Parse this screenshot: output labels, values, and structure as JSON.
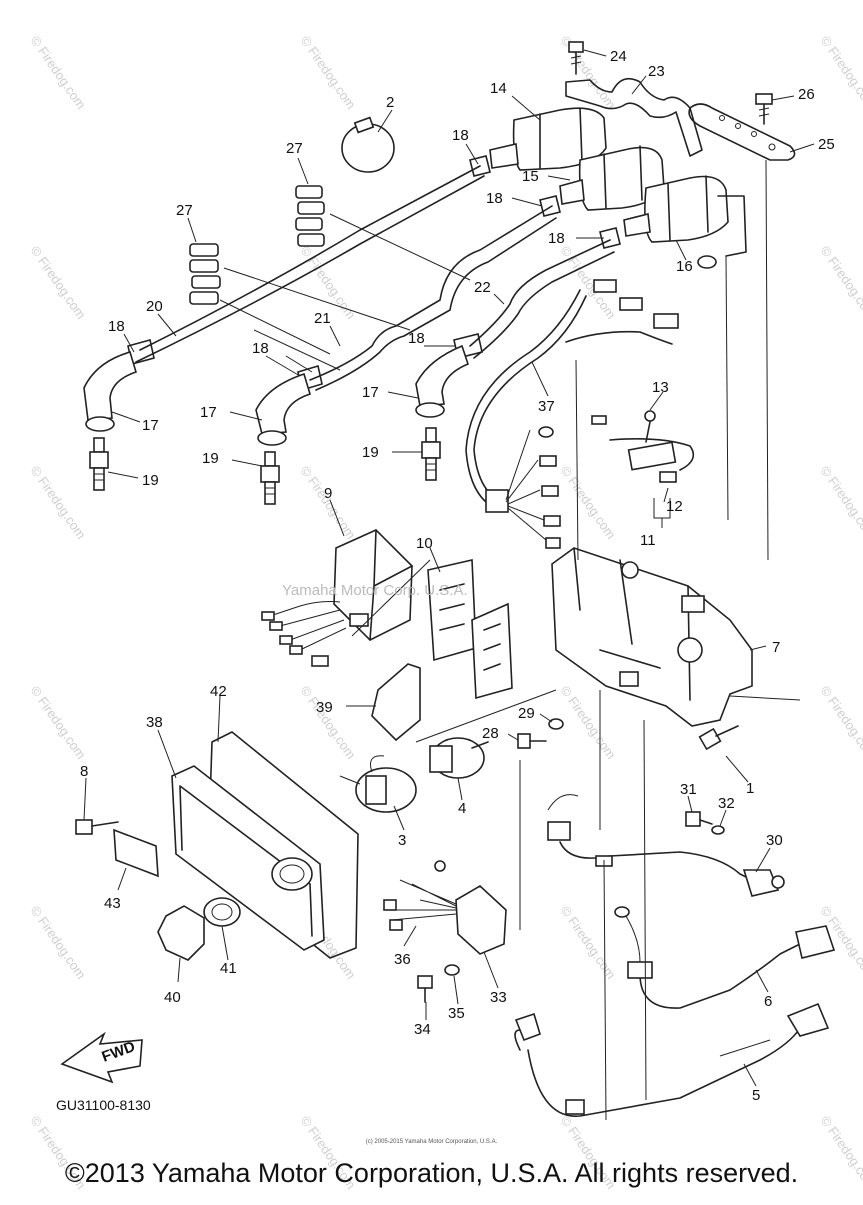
{
  "diagram": {
    "code": "GU31100-8130",
    "fwd_label": "FWD",
    "center_watermark": "Yamaha Motor Corp. U.S.A.",
    "fine_print": "(c) 2005-2015 Yamaha Motor Corporation, U.S.A.",
    "copyright": "©2013 Yamaha Motor Corporation, U.S.A. All rights reserved.",
    "watermark": "© Firedog.com",
    "callouts": [
      "24",
      "23",
      "2",
      "26",
      "14",
      "25",
      "27",
      "18",
      "15",
      "18",
      "27",
      "18",
      "16",
      "22",
      "20",
      "18",
      "21",
      "18",
      "13",
      "18",
      "18",
      "37",
      "17",
      "17",
      "17",
      "19",
      "19",
      "19",
      "12",
      "11",
      "9",
      "10",
      "7",
      "39",
      "42",
      "38",
      "29",
      "28",
      "8",
      "1",
      "31",
      "32",
      "4",
      "3",
      "30",
      "43",
      "41",
      "36",
      "33",
      "40",
      "34",
      "35",
      "6",
      "5"
    ]
  }
}
